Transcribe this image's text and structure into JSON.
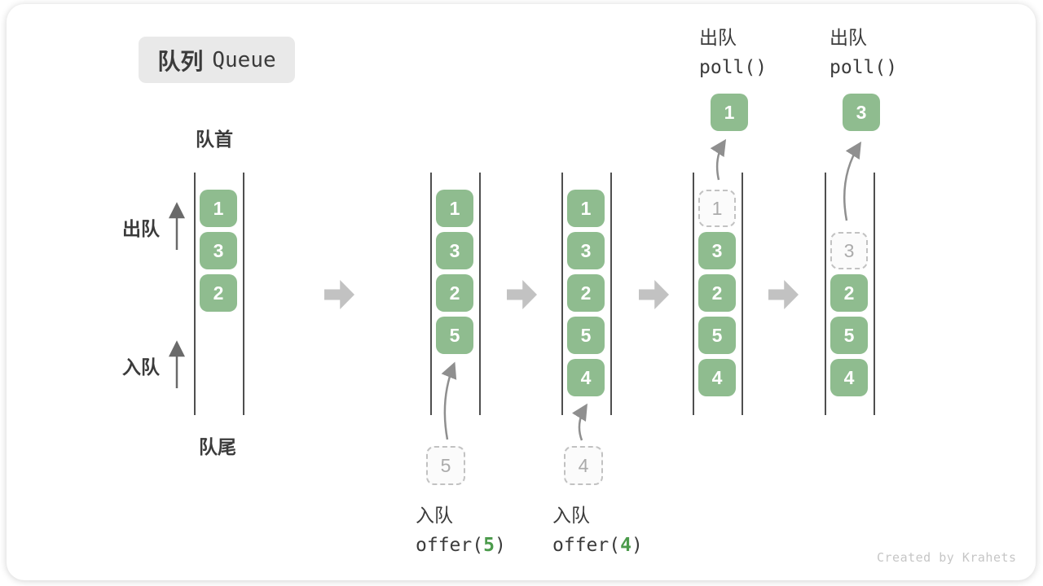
{
  "title": {
    "zh": "队列",
    "en": "Queue"
  },
  "labels": {
    "front": "队首",
    "rear": "队尾",
    "dequeue": "出队",
    "enqueue": "入队"
  },
  "colors": {
    "block_green": "#8FBC8F",
    "code_arg_green": "#4C9B4C",
    "text_dark": "#3B3B3B",
    "badge_bg": "#E9E9E9",
    "rail_gray": "#4F4F4F",
    "flow_arrow_gray": "#8F8F8F",
    "side_arrow_gray": "#6A6A6A",
    "transition_arrow_gray": "#C2C2C2",
    "dashed_border": "#C2C2C2",
    "dashed_text": "#ABABAB",
    "dashed_bg": "#FBFBFB",
    "watermark_gray": "#C6C6C6"
  },
  "states": [
    {
      "name": "state-1-initial",
      "cells": [
        {
          "row": 0,
          "value": "1",
          "style": "solid"
        },
        {
          "row": 1,
          "value": "3",
          "style": "solid"
        },
        {
          "row": 2,
          "value": "2",
          "style": "solid"
        }
      ]
    },
    {
      "name": "state-2-after-offer-5",
      "incoming": "5",
      "cells": [
        {
          "row": 0,
          "value": "1",
          "style": "solid"
        },
        {
          "row": 1,
          "value": "3",
          "style": "solid"
        },
        {
          "row": 2,
          "value": "2",
          "style": "solid"
        },
        {
          "row": 3,
          "value": "5",
          "style": "solid"
        }
      ]
    },
    {
      "name": "state-3-after-offer-4",
      "incoming": "4",
      "cells": [
        {
          "row": 0,
          "value": "1",
          "style": "solid"
        },
        {
          "row": 1,
          "value": "3",
          "style": "solid"
        },
        {
          "row": 2,
          "value": "2",
          "style": "solid"
        },
        {
          "row": 3,
          "value": "5",
          "style": "solid"
        },
        {
          "row": 4,
          "value": "4",
          "style": "solid"
        }
      ]
    },
    {
      "name": "state-4-after-poll-1",
      "extracted": "1",
      "cells": [
        {
          "row": 0,
          "value": "1",
          "style": "dashed"
        },
        {
          "row": 1,
          "value": "3",
          "style": "solid"
        },
        {
          "row": 2,
          "value": "2",
          "style": "solid"
        },
        {
          "row": 3,
          "value": "5",
          "style": "solid"
        },
        {
          "row": 4,
          "value": "4",
          "style": "solid"
        }
      ]
    },
    {
      "name": "state-5-after-poll-3",
      "extracted": "3",
      "cells": [
        {
          "row": 1,
          "value": "3",
          "style": "dashed"
        },
        {
          "row": 2,
          "value": "2",
          "style": "solid"
        },
        {
          "row": 3,
          "value": "5",
          "style": "solid"
        },
        {
          "row": 4,
          "value": "4",
          "style": "solid"
        }
      ]
    }
  ],
  "operations": [
    {
      "action": "入队",
      "code_pre": "offer(",
      "code_arg": "5",
      "code_post": ")"
    },
    {
      "action": "入队",
      "code_pre": "offer(",
      "code_arg": "4",
      "code_post": ")"
    },
    {
      "action": "出队",
      "code_pre": "poll()",
      "code_arg": "",
      "code_post": ""
    },
    {
      "action": "出队",
      "code_pre": "poll()",
      "code_arg": "",
      "code_post": ""
    }
  ],
  "watermark": "Created by Krahets"
}
